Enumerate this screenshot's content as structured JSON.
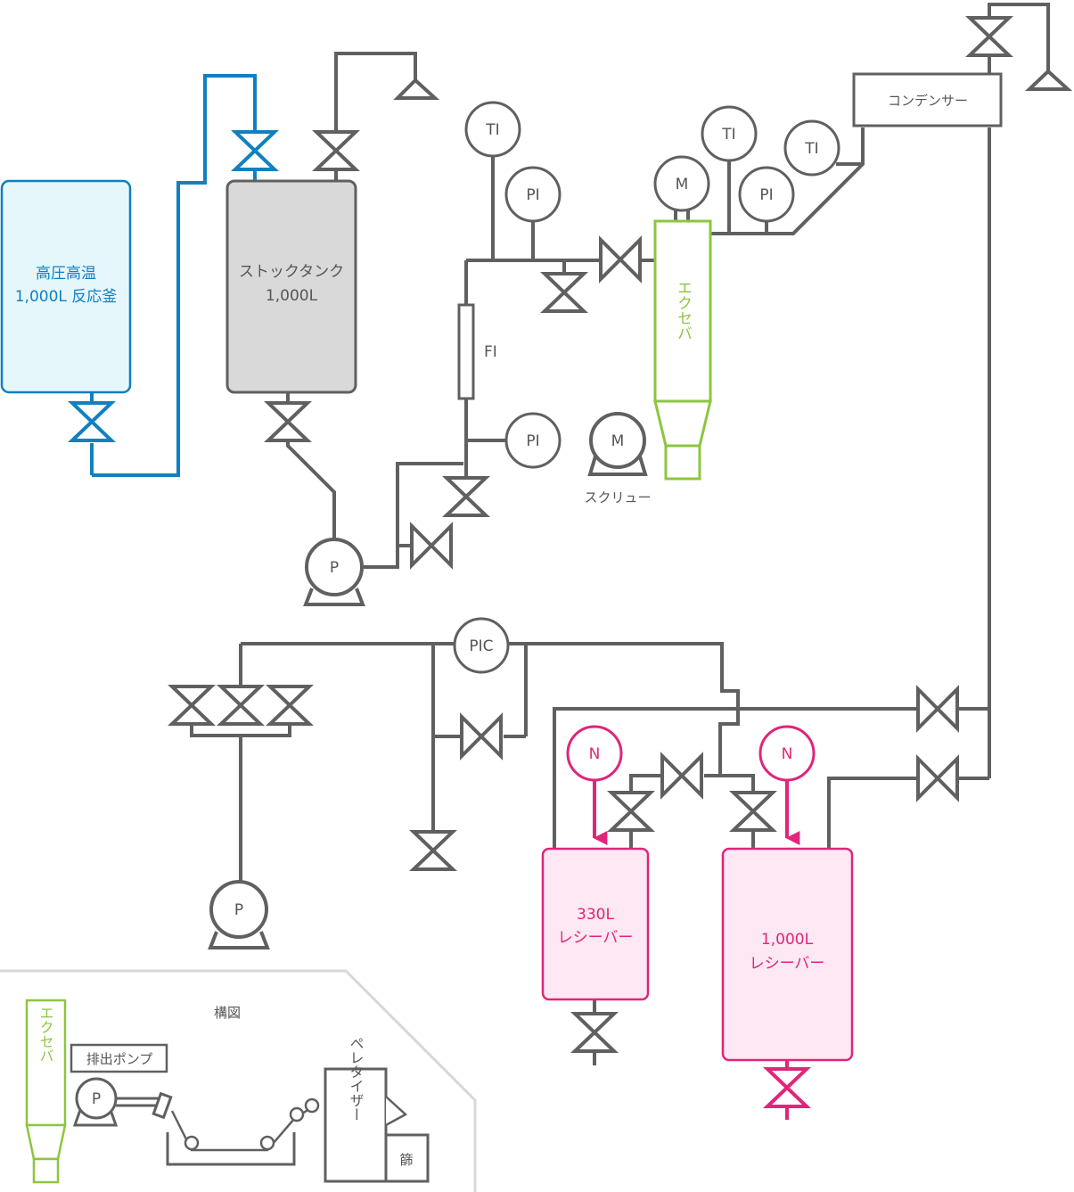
{
  "colors": {
    "pipe": "#606060",
    "reactor": "#1080c0",
    "reactor_fill": "#e6f7fc",
    "stock_fill": "#d9d9d9",
    "extruder": "#8cc63f",
    "receiver": "#e0257a",
    "receiver_fill": "#fde8f3",
    "inset_border": "#d8d8d8"
  },
  "labels": {
    "reactor_line1": "高圧高温",
    "reactor_line2": "1,000L 反応釜",
    "stock_line1": "ストックタンク",
    "stock_line2": "1,000L",
    "condenser": "コンデンサー",
    "extruder": "エクセバ",
    "screw": "スクリュー",
    "fi": "FI",
    "receiver_small_line1": "330L",
    "receiver_small_line2": "レシーバー",
    "receiver_large_line1": "1,000L",
    "receiver_large_line2": "レシーバー"
  },
  "instruments": {
    "ti": "TI",
    "pi": "PI",
    "pic": "PIC",
    "motor": "M",
    "pump": "P",
    "nitrogen": "N"
  },
  "inset": {
    "title": "構図",
    "extruder": "エクセバ",
    "discharge_pump": "排出ポンプ",
    "pump": "P",
    "pelletizer": "ペレタイザー",
    "sieve": "篩"
  }
}
